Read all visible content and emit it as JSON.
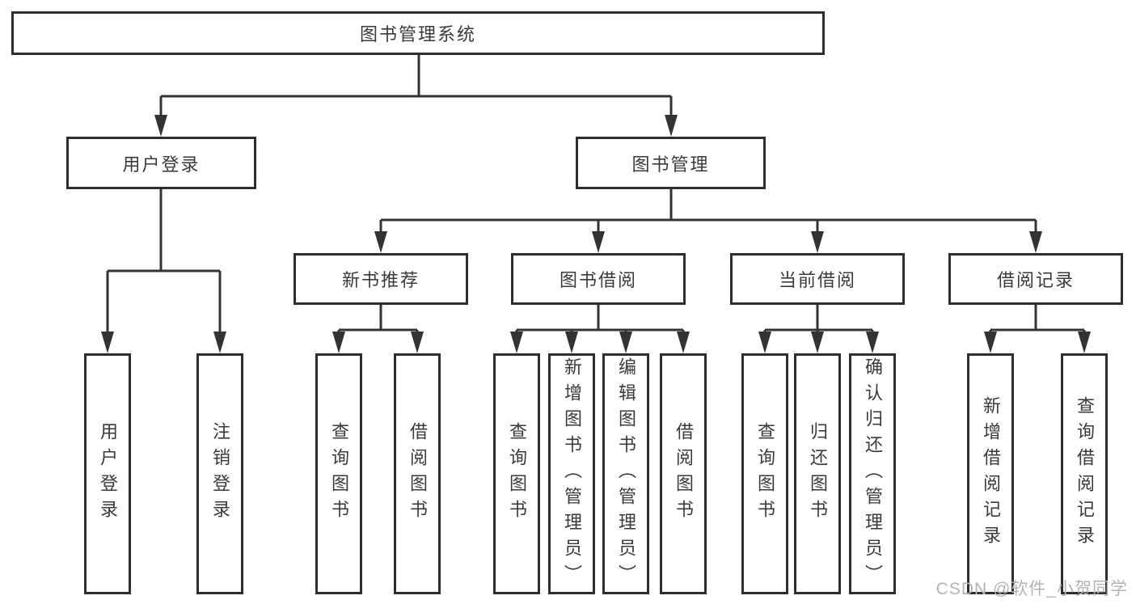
{
  "colors": {
    "line": "#333333",
    "box_border": "#2e2e2e",
    "text": "#3a3a3a",
    "watermark_text": "#b3b3b3",
    "background": "#ffffff"
  },
  "root": {
    "label": "图书管理系统"
  },
  "level2": [
    {
      "label": "用户登录"
    },
    {
      "label": "图书管理"
    }
  ],
  "level3": [
    {
      "label": "新书推荐",
      "parent": "图书管理"
    },
    {
      "label": "图书借阅",
      "parent": "图书管理"
    },
    {
      "label": "当前借阅",
      "parent": "图书管理"
    },
    {
      "label": "借阅记录",
      "parent": "图书管理"
    }
  ],
  "leaves": [
    {
      "label": "用户登录",
      "parent": "用户登录"
    },
    {
      "label": "注销登录",
      "parent": "用户登录"
    },
    {
      "label": "查询图书",
      "parent": "新书推荐"
    },
    {
      "label": "借阅图书",
      "parent": "新书推荐"
    },
    {
      "label": "查询图书",
      "parent": "图书借阅"
    },
    {
      "label": "新增图书（管理员）",
      "parent": "图书借阅"
    },
    {
      "label": "编辑图书（管理员）",
      "parent": "图书借阅"
    },
    {
      "label": "借阅图书",
      "parent": "图书借阅"
    },
    {
      "label": "查询图书",
      "parent": "当前借阅"
    },
    {
      "label": "归还图书",
      "parent": "当前借阅"
    },
    {
      "label": "确认归还（管理员）",
      "parent": "当前借阅"
    },
    {
      "label": "新增借阅记录",
      "parent": "借阅记录"
    },
    {
      "label": "查询借阅记录",
      "parent": "借阅记录"
    }
  ],
  "watermark": "CSDN @软件_小贺同学"
}
